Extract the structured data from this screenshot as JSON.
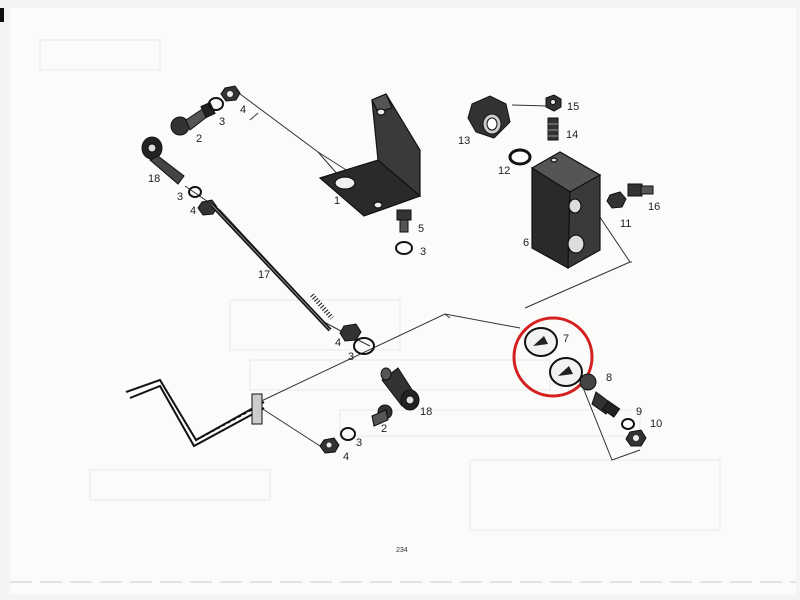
{
  "diagram": {
    "page_number": "234",
    "highlight_color": "#d42020",
    "callouts": {
      "c1": "1",
      "c2a": "2",
      "c2b": "2",
      "c3a": "3",
      "c3b": "3",
      "c3c": "3",
      "c3d": "3",
      "c3e": "3",
      "c4a": "4",
      "c4b": "4",
      "c4c": "4",
      "c4d": "4",
      "c5": "5",
      "c6": "6",
      "c7": "7",
      "c8": "8",
      "c9": "9",
      "c10": "10",
      "c11": "11",
      "c12": "12",
      "c13": "13",
      "c14": "14",
      "c15": "15",
      "c16": "16",
      "c17": "17",
      "c18a": "18",
      "c18b": "18"
    }
  }
}
